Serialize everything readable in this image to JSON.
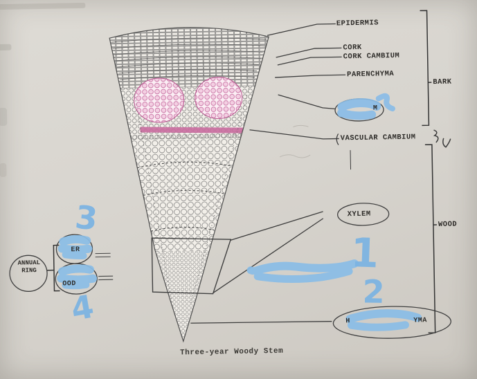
{
  "figure": {
    "caption": "Three-year Woody Stem",
    "right_labels": {
      "epidermis": "EPIDERMIS",
      "cork": "CORK",
      "cork_cambium": "CORK CAMBIUM",
      "parenchyma": "PARENCHYMA",
      "vascular_cambium": "VASCULAR CAMBIUM",
      "xylem": "XYLEM"
    },
    "brackets": {
      "bark": "BARK",
      "wood": "WOOD"
    },
    "left_labels": {
      "annual_ring_line1": "ANNUAL",
      "annual_ring_line2": "RING"
    },
    "covered_fragments": {
      "phloem": "M",
      "spring_wood": "ER",
      "summer_wood": "OOD",
      "pith_left": "H",
      "pith_right": "YMA"
    },
    "handwritten_digits": {
      "one": "1",
      "two": "2",
      "three": "3",
      "four": "4"
    },
    "colors": {
      "marker_blue": "#8abde7",
      "stain_pink": "#c96b9e",
      "ink": "#3c3c3c",
      "paper": "#d9d6d0"
    }
  }
}
